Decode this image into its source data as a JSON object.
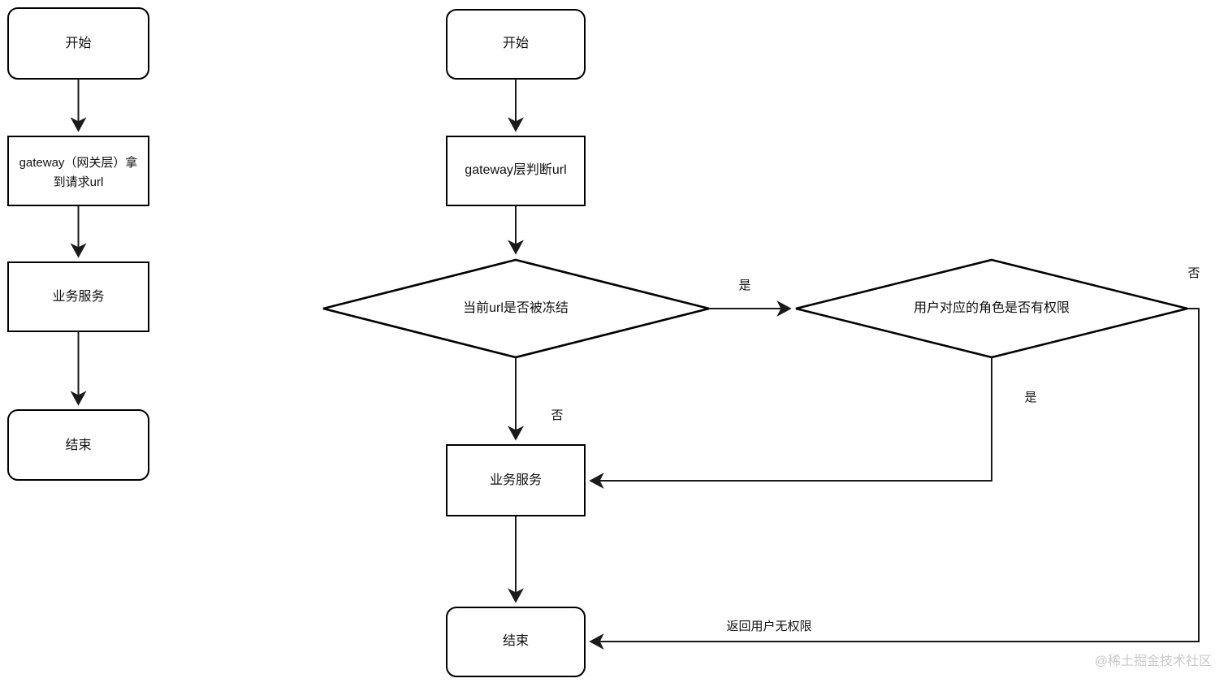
{
  "diagram": {
    "type": "flowchart",
    "background_color": "#ffffff",
    "stroke_color": "#000000",
    "text_color": "#111111",
    "watermark": "@稀土掘金技术社区",
    "watermark_color": "#c9c9c9"
  },
  "left_flow": {
    "title": "",
    "nodes": [
      {
        "id": "l-start",
        "label": "开始",
        "shape": "rounded-rect"
      },
      {
        "id": "l-gateway",
        "label_line1": "gateway（网关层）拿",
        "label_line2": "到请求url",
        "label": "gateway（网关层）拿到请求url",
        "shape": "rect"
      },
      {
        "id": "l-service",
        "label": "业务服务",
        "shape": "rect"
      },
      {
        "id": "l-end",
        "label": "结束",
        "shape": "rounded-rect"
      }
    ],
    "edges": [
      {
        "from": "l-start",
        "to": "l-gateway",
        "label": ""
      },
      {
        "from": "l-gateway",
        "to": "l-service",
        "label": ""
      },
      {
        "from": "l-service",
        "to": "l-end",
        "label": ""
      }
    ]
  },
  "right_flow": {
    "title": "",
    "nodes": [
      {
        "id": "r-start",
        "label": "开始",
        "shape": "rounded-rect"
      },
      {
        "id": "r-gateway",
        "label": "gateway层判断url",
        "shape": "rect"
      },
      {
        "id": "r-frozen",
        "label": "当前url是否被冻结",
        "shape": "diamond"
      },
      {
        "id": "r-perm",
        "label": "用户对应的角色是否有权限",
        "shape": "diamond"
      },
      {
        "id": "r-service",
        "label": "业务服务",
        "shape": "rect"
      },
      {
        "id": "r-end",
        "label": "结束",
        "shape": "rounded-rect"
      }
    ],
    "edges": [
      {
        "from": "r-start",
        "to": "r-gateway",
        "label": ""
      },
      {
        "from": "r-gateway",
        "to": "r-frozen",
        "label": ""
      },
      {
        "from": "r-frozen",
        "to": "r-perm",
        "label": "是"
      },
      {
        "from": "r-frozen",
        "to": "r-service",
        "label": "否"
      },
      {
        "from": "r-perm",
        "to": "r-service",
        "label": "是"
      },
      {
        "from": "r-perm",
        "to": "r-end",
        "label": "否"
      },
      {
        "from": "r-service",
        "to": "r-end",
        "label": ""
      },
      {
        "from": "r-perm-return",
        "to": "r-end",
        "label": "返回用户无权限"
      }
    ]
  },
  "labels": {
    "yes": "是",
    "no": "否",
    "return_no_permission": "返回用户无权限"
  }
}
